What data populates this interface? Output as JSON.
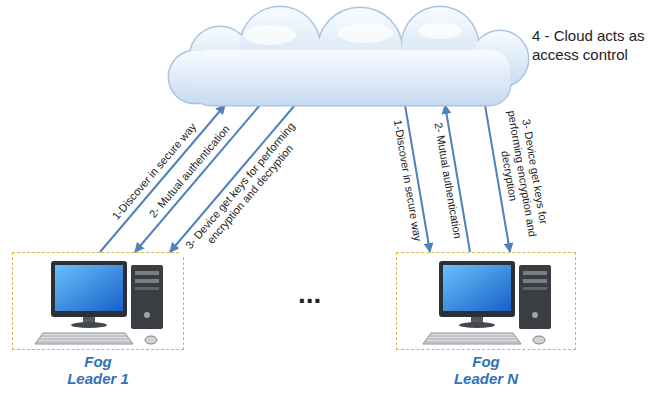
{
  "diagram": {
    "nodes": [
      {
        "text": [
          "4 - Cloud acts as access control"
        ]
      },
      {
        "text": [
          "Fog Leader 1"
        ]
      },
      {
        "text": [
          "Fog Leader N"
        ]
      }
    ],
    "edges": [
      {
        "from": 1,
        "to": 0,
        "arrow": "to",
        "label": "1-Discover in secure way"
      },
      {
        "from": 0,
        "to": 1,
        "arrow": "to",
        "label": "2- Mutual authentication"
      },
      {
        "from": 0,
        "to": 1,
        "arrow": "to",
        "label": "3- Device get keys for performing encryption and decryption"
      },
      {
        "from": 0,
        "to": 2,
        "arrow": "to",
        "label": "1-Discover in secure way"
      },
      {
        "from": 2,
        "to": 0,
        "arrow": "to",
        "label": "2- Mutual authentication"
      },
      {
        "from": 0,
        "to": 2,
        "arrow": "to",
        "label": "3- Device get keys for performing encryption and decryption"
      }
    ],
    "labels": [
      "..."
    ]
  }
}
